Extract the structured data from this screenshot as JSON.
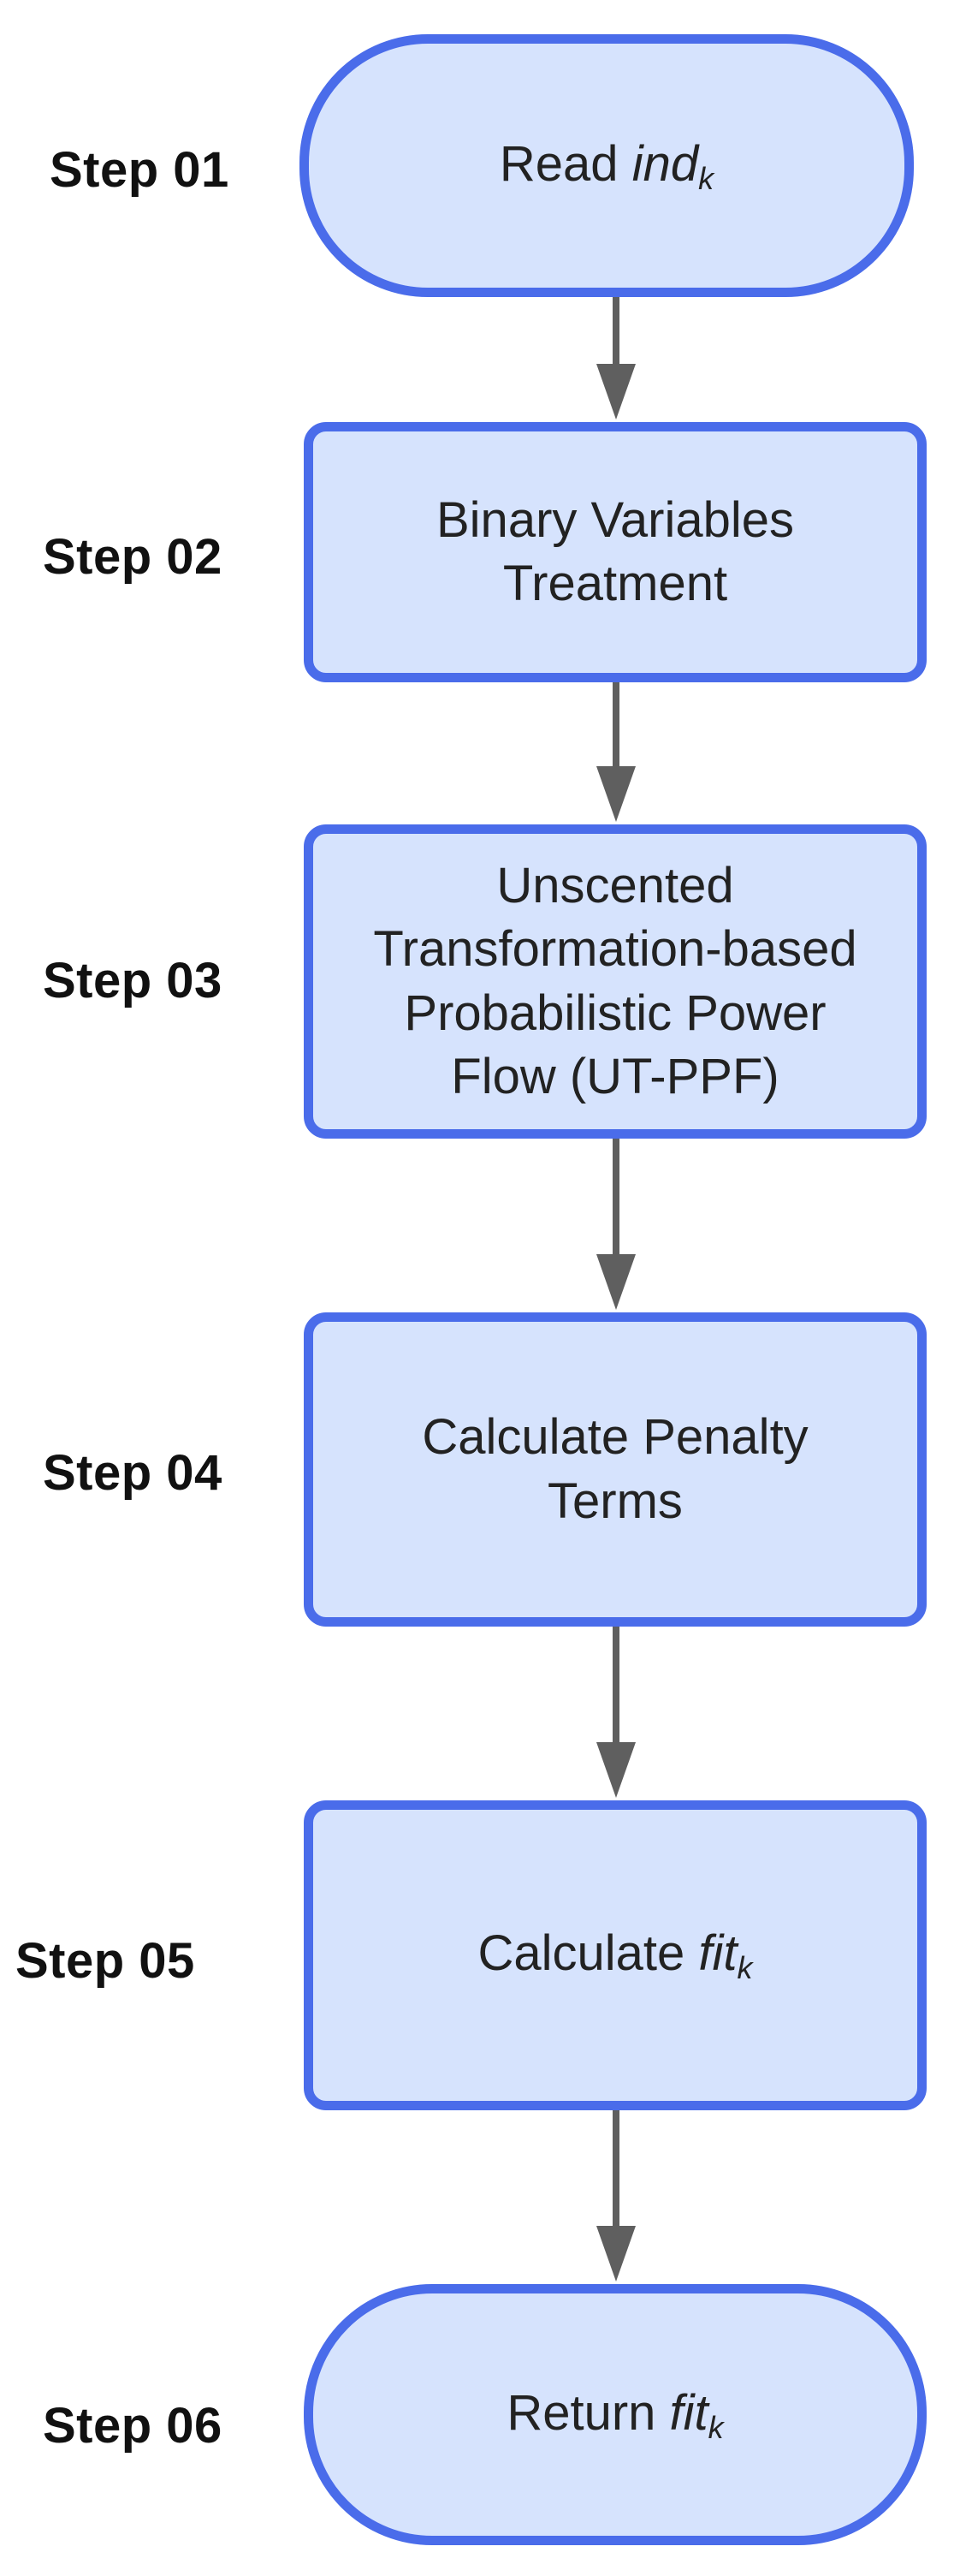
{
  "diagram": {
    "colors": {
      "node_fill": "#d6e3fd",
      "node_border": "#4a6cea",
      "arrow": "#5f5f5f",
      "label_text": "#111111",
      "node_text": "#222222"
    },
    "steps": [
      {
        "label": "Step 01",
        "shape": "terminal",
        "text_prefix": "Read ",
        "math_base": "ind",
        "math_sub": "k"
      },
      {
        "label": "Step 02",
        "shape": "process",
        "lines": [
          "Binary Variables",
          "Treatment"
        ]
      },
      {
        "label": "Step 03",
        "shape": "process",
        "lines": [
          "Unscented",
          "Transformation-based",
          "Probabilistic Power",
          "Flow (UT-PPF)"
        ]
      },
      {
        "label": "Step 04",
        "shape": "process",
        "lines": [
          "Calculate Penalty",
          "Terms"
        ]
      },
      {
        "label": "Step 05",
        "shape": "process",
        "text_prefix": "Calculate ",
        "math_base": "fit",
        "math_sub": "k"
      },
      {
        "label": "Step 06",
        "shape": "terminal",
        "text_prefix": "Return ",
        "math_base": "fit",
        "math_sub": "k"
      }
    ]
  }
}
